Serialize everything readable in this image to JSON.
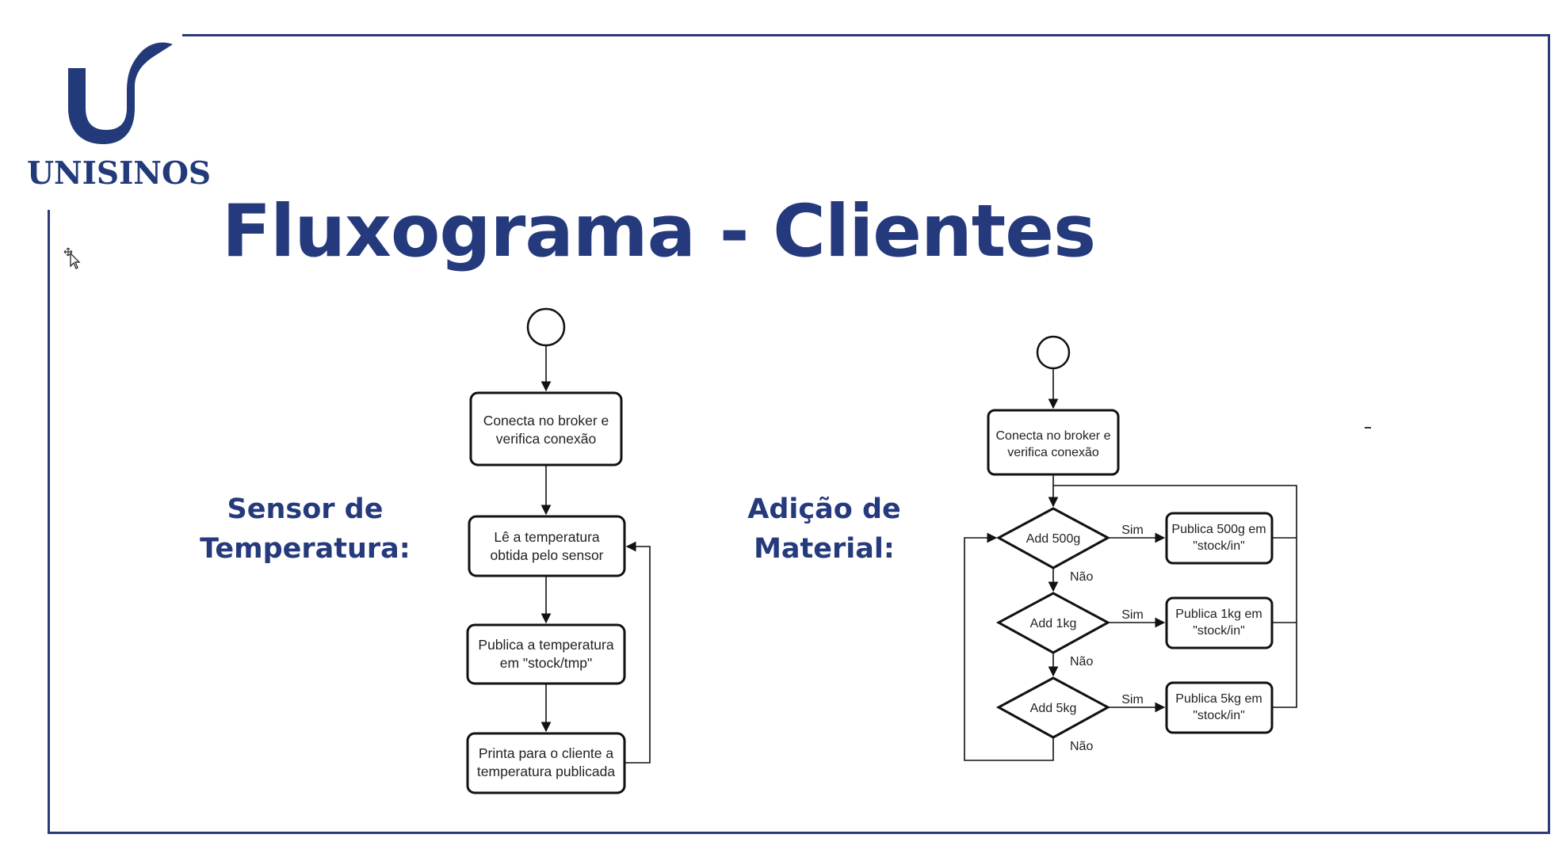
{
  "brand": {
    "name": "UNISINOS",
    "color": "#253a7c"
  },
  "slide": {
    "title": "Fluxograma - Clientes"
  },
  "sensor": {
    "label_line1": "Sensor de",
    "label_line2": "Temperatura:",
    "nodes": {
      "connect": [
        "Conecta no broker e",
        "verifica conexão"
      ],
      "read": [
        "Lê a temperatura",
        "obtida pelo sensor"
      ],
      "publish": [
        "Publica a temperatura",
        "em \"stock/tmp\""
      ],
      "print": [
        "Printa para o cliente a",
        "temperatura publicada"
      ]
    }
  },
  "material": {
    "label_line1": "Adição de",
    "label_line2": "Material:",
    "nodes": {
      "connect": [
        "Conecta no broker e",
        "verifica conexão"
      ],
      "add500": "Add 500g",
      "add1": "Add 1kg",
      "add5": "Add 5kg",
      "pub500": [
        "Publica 500g em",
        "\"stock/in\""
      ],
      "pub1": [
        "Publica 1kg em",
        "\"stock/in\""
      ],
      "pub5": [
        "Publica 5kg em",
        "\"stock/in\""
      ]
    },
    "yes_label": "Sim",
    "no_label": "Não"
  },
  "cursor_icon": "move-cursor-icon"
}
